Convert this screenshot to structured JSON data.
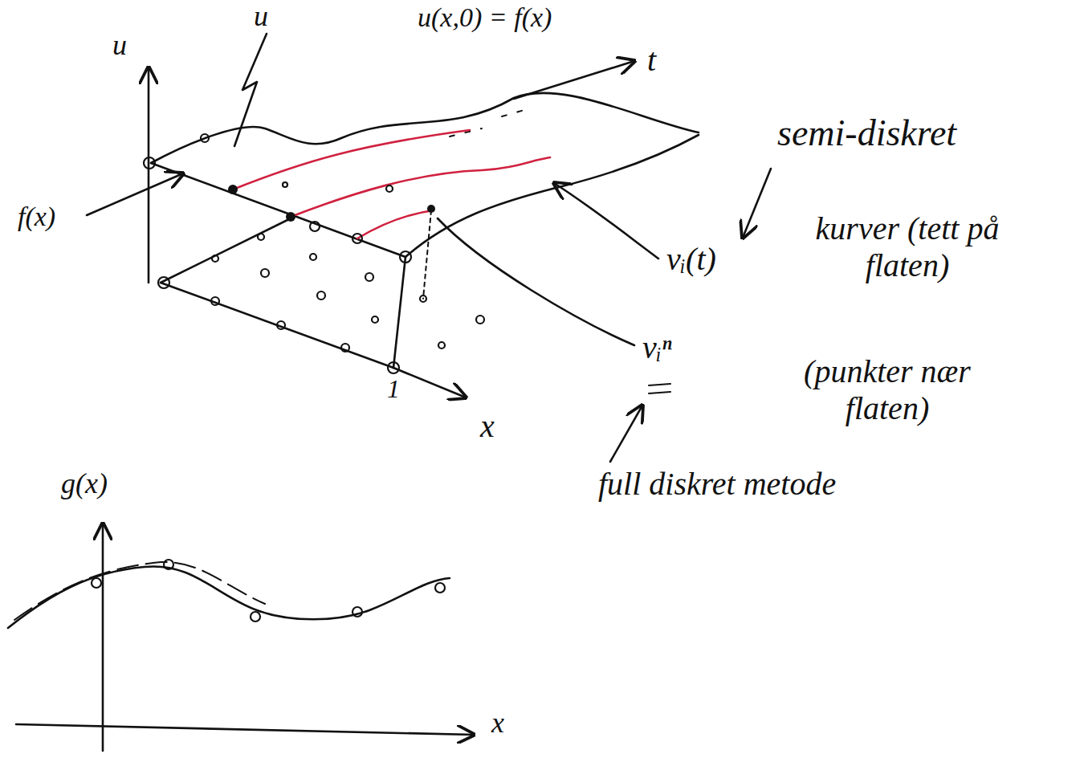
{
  "diagram": {
    "labels": [
      "u(x,0) = f(x)",
      "u",
      "u",
      "t",
      "f(x)",
      "semi-diskret",
      "vᵢ(t)",
      "kurver (tett på flaten)",
      "vᵢⁿ",
      "(punkter nær flaten)",
      "full diskret metode",
      "1",
      "x",
      "g(x)",
      "x"
    ]
  }
}
